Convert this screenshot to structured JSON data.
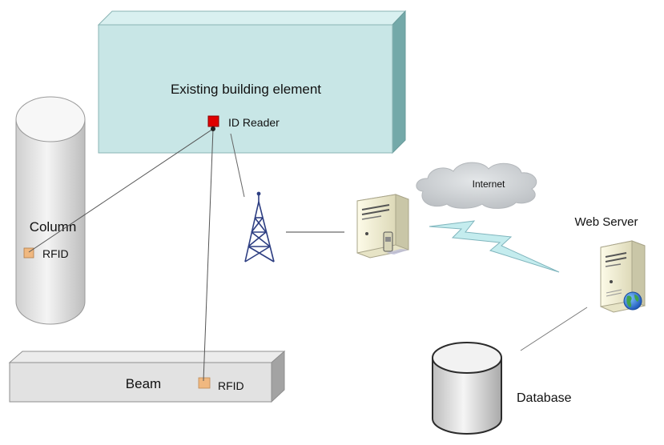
{
  "diagram": {
    "building_label": "Existing building element",
    "reader_label": "ID Reader",
    "column_label": "Column",
    "column_rfid_label": "RFID",
    "beam_label": "Beam",
    "beam_rfid_label": "RFID",
    "internet_label": "Internet",
    "web_server_label": "Web Server",
    "database_label": "Database"
  },
  "colors": {
    "building_face": "#c8e6e6",
    "reader": "#e00000",
    "rfid_tag": "#f0b880",
    "lightning": "#c4ecee",
    "cloud": "#cfd3d6"
  }
}
